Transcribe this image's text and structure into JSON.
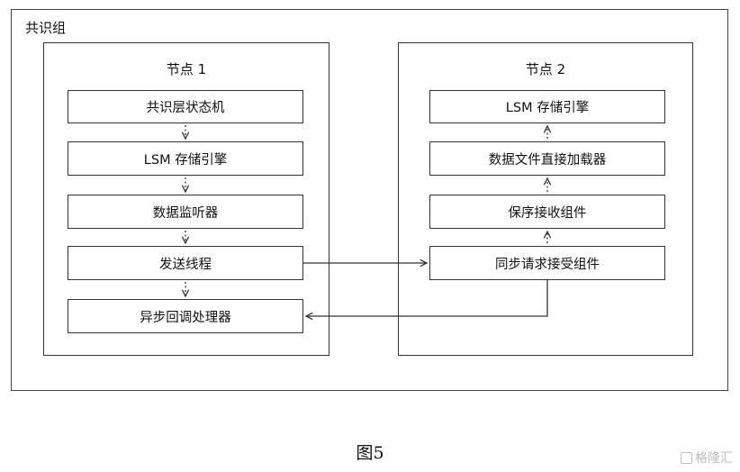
{
  "diagram": {
    "group_label": "共识组",
    "node1": {
      "title": "节点 1",
      "steps": [
        "共识层状态机",
        "LSM 存储引擎",
        "数据监听器",
        "发送线程",
        "异步回调处理器"
      ]
    },
    "node2": {
      "title": "节点 2",
      "steps": [
        "LSM 存储引擎",
        "数据文件直接加载器",
        "保序接收组件",
        "同步请求接受组件"
      ]
    },
    "edges": [
      {
        "from": "共识层状态机",
        "to": "LSM 存储引擎",
        "style": "dotted"
      },
      {
        "from": "LSM 存储引擎",
        "to": "数据监听器",
        "style": "dotted"
      },
      {
        "from": "数据监听器",
        "to": "发送线程",
        "style": "dotted"
      },
      {
        "from": "发送线程",
        "to": "异步回调处理器",
        "style": "dotted"
      },
      {
        "from": "发送线程",
        "to": "同步请求接受组件",
        "style": "solid"
      },
      {
        "from": "同步请求接受组件",
        "to": "保序接收组件",
        "style": "dotted"
      },
      {
        "from": "保序接收组件",
        "to": "数据文件直接加载器",
        "style": "dotted"
      },
      {
        "from": "数据文件直接加载器",
        "to": "LSM 存储引擎",
        "style": "dotted"
      },
      {
        "from": "同步请求接受组件",
        "to": "异步回调处理器",
        "style": "solid"
      }
    ],
    "line_color": "#333333"
  },
  "caption": "图5",
  "watermark": "格隆汇"
}
